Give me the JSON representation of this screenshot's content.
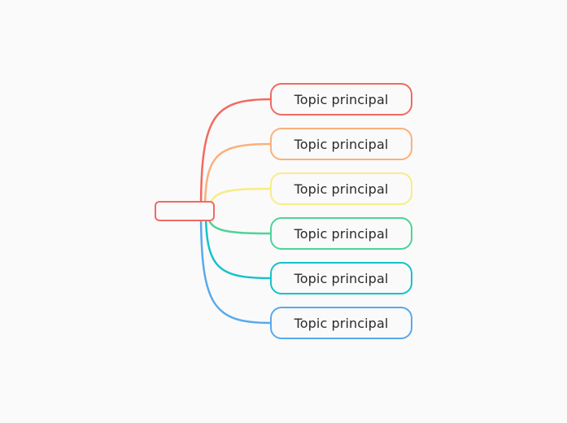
{
  "mindmap": {
    "root": {
      "label": "",
      "color": "#f06a62"
    },
    "topics": [
      {
        "label": "Topic principal",
        "color": "#f06a62"
      },
      {
        "label": "Topic principal",
        "color": "#fbb07b"
      },
      {
        "label": "Topic principal",
        "color": "#f8ec86"
      },
      {
        "label": "Topic principal",
        "color": "#4dd39a"
      },
      {
        "label": "Topic principal",
        "color": "#15c2cb"
      },
      {
        "label": "Topic principal",
        "color": "#5aa9ec"
      }
    ]
  }
}
